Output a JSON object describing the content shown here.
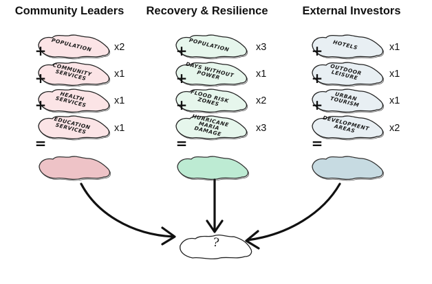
{
  "columns": [
    {
      "title": "Community Leaders",
      "fill": "#fbe4e6",
      "result_fill": "#eec3c7",
      "layers": [
        {
          "label": "Population",
          "weight": "x2"
        },
        {
          "label": "Community Services",
          "weight": "x1"
        },
        {
          "label": "Health Services",
          "weight": "x1"
        },
        {
          "label": "Education Services",
          "weight": "x1"
        }
      ]
    },
    {
      "title": "Recovery & Resilience",
      "fill": "#e6f6ec",
      "result_fill": "#bdebd3",
      "layers": [
        {
          "label": "Population",
          "weight": "x3"
        },
        {
          "label": "Days without Power",
          "weight": "x1"
        },
        {
          "label": "Flood Risk Zones",
          "weight": "x2"
        },
        {
          "label": "Hurricane Maria Damage",
          "weight": "x3"
        }
      ]
    },
    {
      "title": "External Investors",
      "fill": "#e8eff3",
      "result_fill": "#c7dbe2",
      "layers": [
        {
          "label": "Hotels",
          "weight": "x1"
        },
        {
          "label": "Outdoor Leisure",
          "weight": "x1"
        },
        {
          "label": "Urban Tourism",
          "weight": "x1"
        },
        {
          "label": "Development Areas",
          "weight": "x2"
        }
      ]
    }
  ],
  "operators": {
    "plus": "+",
    "equals": "="
  },
  "final": {
    "symbol": "?"
  }
}
